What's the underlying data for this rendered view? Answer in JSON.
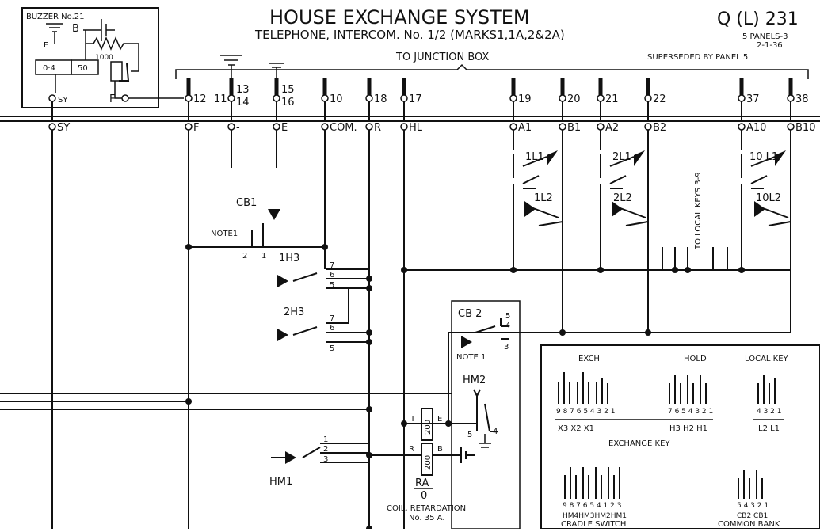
{
  "header": {
    "title": "HOUSE EXCHANGE SYSTEM",
    "subtitle": "TELEPHONE, INTERCOM. No. 1/2 (MARKS1,1A,2&2A)",
    "drawing_no": "Q (L) 231",
    "panels_note": "5 PANELS-3",
    "date": "2-1-36",
    "superseded": "SUPERSEDED BY PANEL 5",
    "junction": "TO JUNCTION BOX"
  },
  "buzzer": {
    "title": "BUZZER No.21",
    "label_e": "E",
    "label_b": "B",
    "label_f": "F",
    "res_1000": "1000",
    "box_04": "0·4",
    "box_50": "50",
    "sy": "SY"
  },
  "bus": {
    "sy": "SY",
    "f": "F",
    "minus": "-",
    "e": "E",
    "com": "COM.",
    "r": "R",
    "hl": "HL",
    "a1": "A1",
    "b1": "B1",
    "a2": "A2",
    "b2": "B2",
    "a10": "A10",
    "b10": "B10"
  },
  "terminals": {
    "t12": "12",
    "t11": "11",
    "t13": "13",
    "t14": "14",
    "t15": "15",
    "t16": "16",
    "t10": "10",
    "t18": "18",
    "t17": "17",
    "t19": "19",
    "t20": "20",
    "t21": "21",
    "t22": "22",
    "t37": "37",
    "t38": "38"
  },
  "keys": {
    "l1_1": "1L1",
    "l1_2": "1L2",
    "l2_1": "2L1",
    "l2_2": "2L2",
    "l10_1": "10 L1",
    "l10_2": "10L2",
    "to_local": "TO LOCAL KEYS 3-9",
    "cb1": "CB1",
    "note1": "NOTE1",
    "h3_1": "1H3",
    "h3_2": "2H3",
    "cb2": "CB 2",
    "note1b": "NOTE 1",
    "hm2": "HM2",
    "hm1": "HM1",
    "n1": "1",
    "n2": "2",
    "n3": "3",
    "n4": "4",
    "n5": "5",
    "n6": "6",
    "n7": "7"
  },
  "coil": {
    "t": "T",
    "e": "E",
    "r": "R",
    "b": "B",
    "v200a": "200",
    "v200b": "200",
    "ra": "RA",
    "zero": "0",
    "caption1": "COIL, RETARDATION",
    "caption2": "No. 35 A."
  },
  "legend": {
    "exch": "EXCH",
    "hold": "HOLD",
    "local": "LOCAL KEY",
    "exch_nums": "9 8 7 6 5 4 3 2 1",
    "hold_nums": "7 6 5 4 3 2 1",
    "local_nums": "4 3 2 1",
    "x_labels": "X3   X2   X1",
    "h_labels": "H3  H2  H1",
    "l_labels": "L2  L1",
    "exchange_key": "EXCHANGE KEY",
    "cradle_nums": "9 8 7 6 5 4 1 2 3",
    "cradle_hm": "HM4HM3HM2HM1",
    "cradle_switch": "CRADLE SWITCH",
    "cb_nums": "5 4 3 2 1",
    "cb_labels": "CB2 CB1",
    "common_bank": "COMMON BANK"
  }
}
